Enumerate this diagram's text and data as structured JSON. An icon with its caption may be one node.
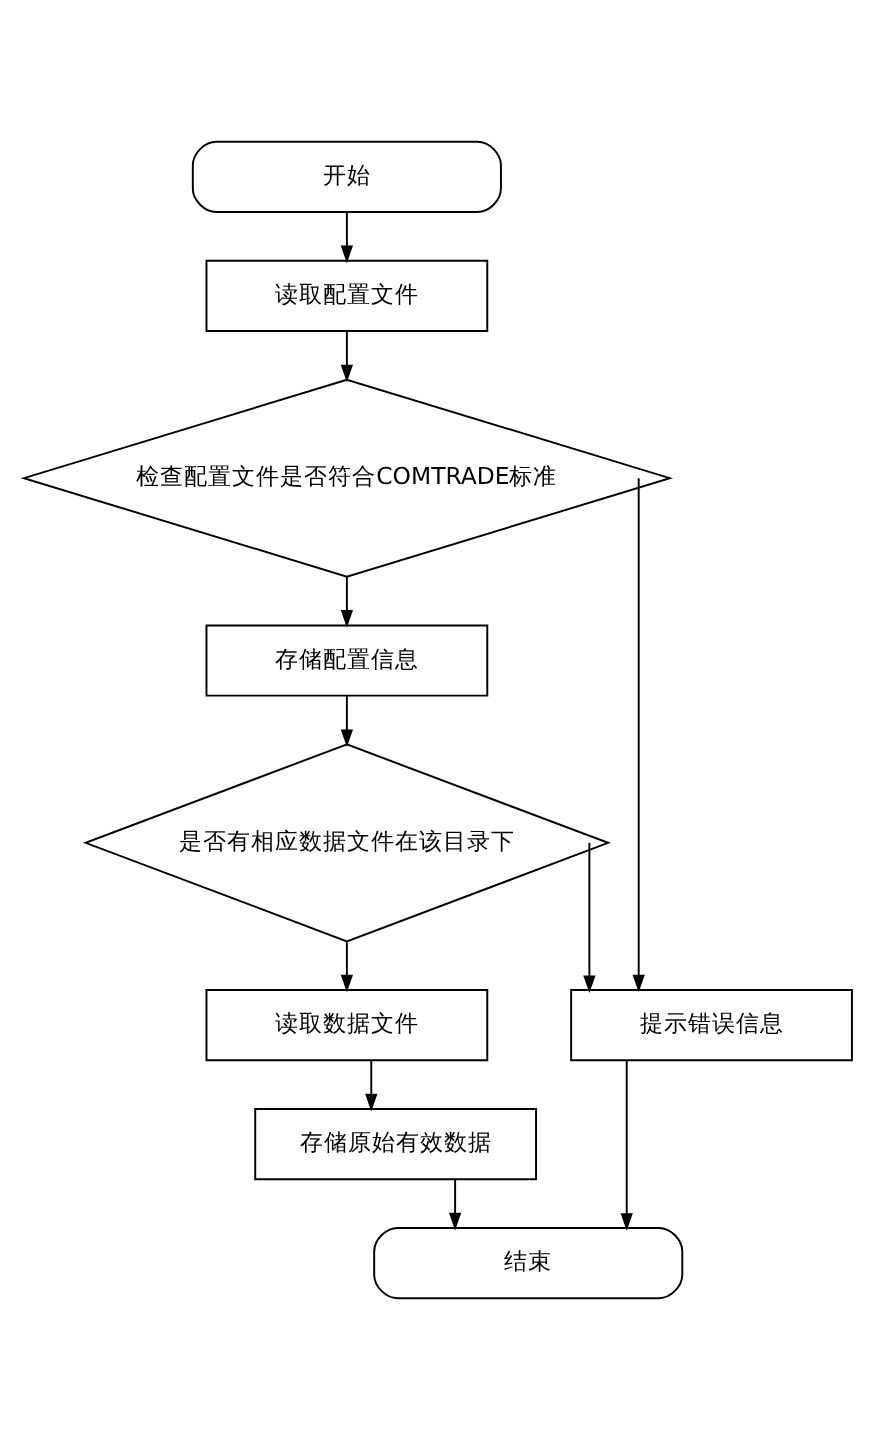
{
  "diagram": {
    "nodes": [
      {
        "text": [
          "开始"
        ]
      },
      {
        "text": [
          "读取配置文件"
        ]
      },
      {
        "text": [
          "检查配置文件是否符合COMTRADE标准"
        ]
      },
      {
        "text": [
          "存储配置信息"
        ]
      },
      {
        "text": [
          "是否有相应数据文件在该目录下"
        ]
      },
      {
        "text": [
          "读取数据文件"
        ]
      },
      {
        "text": [
          "存储原始有效数据"
        ]
      },
      {
        "text": [
          "提示错误信息"
        ]
      },
      {
        "text": [
          "结束"
        ]
      }
    ],
    "edges": [
      {
        "from": 0,
        "to": 1,
        "arrow": "to"
      },
      {
        "from": 1,
        "to": 2,
        "arrow": "to"
      },
      {
        "from": 2,
        "to": 3,
        "arrow": "to"
      },
      {
        "from": 3,
        "to": 4,
        "arrow": "to"
      },
      {
        "from": 4,
        "to": 5,
        "arrow": "to"
      },
      {
        "from": 5,
        "to": 6,
        "arrow": "to"
      },
      {
        "from": 6,
        "to": 8,
        "arrow": "to"
      },
      {
        "from": 2,
        "to": 7,
        "arrow": "to"
      },
      {
        "from": 4,
        "to": 7,
        "arrow": "to"
      },
      {
        "from": 7,
        "to": 8,
        "arrow": "to"
      }
    ]
  }
}
